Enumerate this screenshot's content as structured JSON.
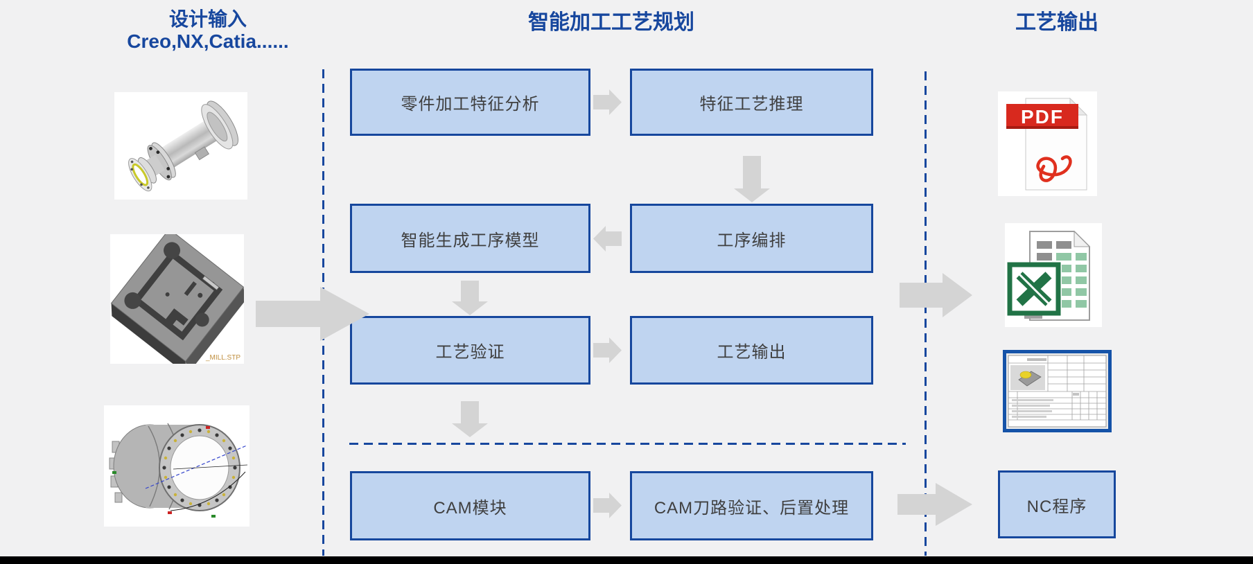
{
  "design_input": {
    "title": "设计输入",
    "subtitle": "Creo,NX,Catia......",
    "plate_caption": "_MILL.STP"
  },
  "planning": {
    "title": "智能加工工艺规划",
    "boxes": {
      "feature_analysis": "零件加工特征分析",
      "feature_reasoning": "特征工艺推理",
      "op_model": "智能生成工序模型",
      "op_sequencing": "工序编排",
      "verification": "工艺验证",
      "output": "工艺输出",
      "cam_module": "CAM模块",
      "cam_postprocess": "CAM刀路验证、后置处理"
    }
  },
  "process_output": {
    "title": "工艺输出",
    "pdf_badge": "PDF",
    "nc_box": "NC程序"
  },
  "colors": {
    "background": "#f1f1f2",
    "box_fill": "#bfd4f0",
    "box_border": "#16479d",
    "heading_blue": "#17479e",
    "arrow_gray": "#d4d4d4",
    "dashed_blue": "#17479e",
    "pdf_red": "#d8291e",
    "excel_green": "#217346",
    "card_border_blue": "#1553a8"
  }
}
